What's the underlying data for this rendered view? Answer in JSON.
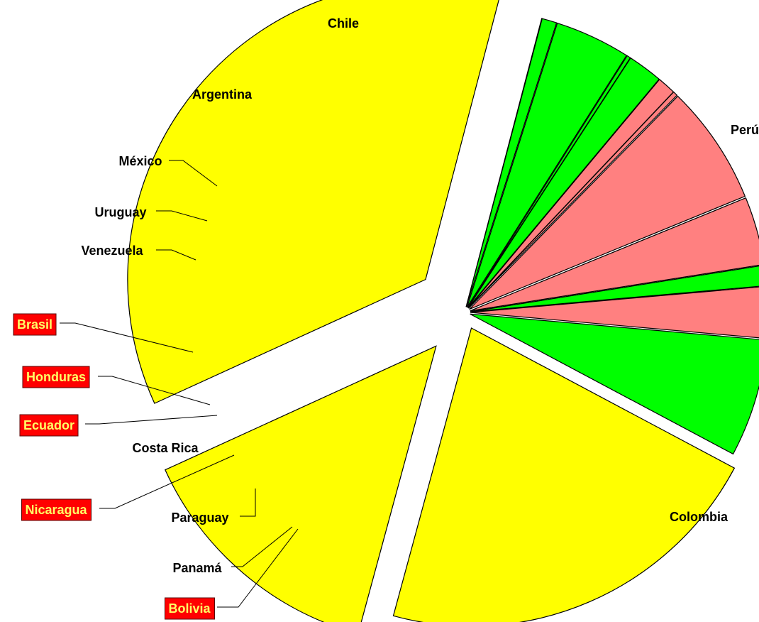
{
  "chart_data": {
    "type": "pie",
    "title": "",
    "slices": [
      {
        "label": "Chile",
        "value": 21.5,
        "color": "#ffff00",
        "highlight": false
      },
      {
        "label": "Perú",
        "value": 14.0,
        "color": "#ffff00",
        "highlight": false
      },
      {
        "label": "Colombia",
        "value": 36.0,
        "color": "#ffff00",
        "highlight": false
      },
      {
        "label": "Bolivia",
        "value": 0.02,
        "color": "#00ff00",
        "highlight": true
      },
      {
        "label": "Panamá",
        "value": 0.8,
        "color": "#00ff00",
        "highlight": false
      },
      {
        "label": "Paraguay",
        "value": 4.1,
        "color": "#00ff00",
        "highlight": false
      },
      {
        "label": "Nicaragua",
        "value": 0.2,
        "color": "#00ff00",
        "highlight": true
      },
      {
        "label": "Costa Rica",
        "value": 1.9,
        "color": "#00ff00",
        "highlight": false
      },
      {
        "label": "Ecuador",
        "value": 1.0,
        "color": "#ff8080",
        "highlight": true
      },
      {
        "label": "Honduras",
        "value": 0.25,
        "color": "#ff8080",
        "highlight": true
      },
      {
        "label": "Brasil",
        "value": 6.5,
        "color": "#ff8080",
        "highlight": true
      },
      {
        "label": "Venezuela",
        "value": 3.7,
        "color": "#ff8080",
        "highlight": false
      },
      {
        "label": "Uruguay",
        "value": 1.1,
        "color": "#00ff00",
        "highlight": false
      },
      {
        "label": "México",
        "value": 2.8,
        "color": "#ff8080",
        "highlight": false
      },
      {
        "label": "Argentina",
        "value": 6.4,
        "color": "#00ff00",
        "highlight": false
      }
    ],
    "legend": "none",
    "colors": {
      "label_highlight_background": "#ff0000",
      "label_highlight_text": "#ffff66"
    }
  }
}
